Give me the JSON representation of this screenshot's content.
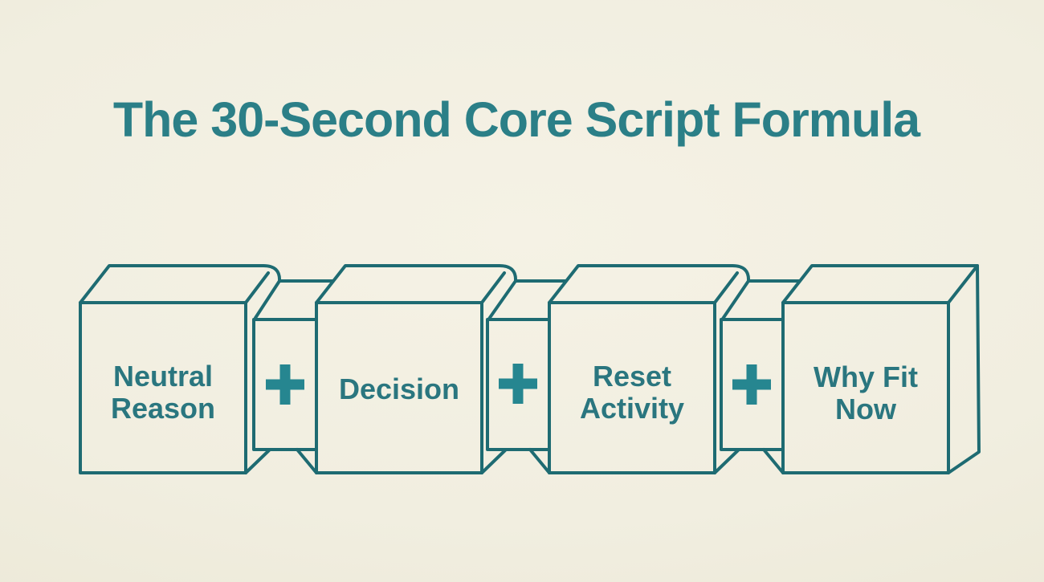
{
  "title": "The 30-Second Core Script Formula",
  "colors": {
    "background": "#f1eee0",
    "line": "#1e6b72",
    "title": "#2b7f87",
    "label": "#2a767f",
    "plus": "#268690"
  },
  "formula": {
    "operators": [
      "+",
      "+",
      "+"
    ],
    "steps": [
      {
        "label": "Neutral Reason",
        "line1": "Neutral",
        "line2": "Reason"
      },
      {
        "label": "Decision",
        "line1": "Decision",
        "line2": ""
      },
      {
        "label": "Reset Activity",
        "line1": "Reset",
        "line2": "Activity"
      },
      {
        "label": "Why Fit Now",
        "line1": "Why Fit",
        "line2": "Now"
      }
    ]
  }
}
